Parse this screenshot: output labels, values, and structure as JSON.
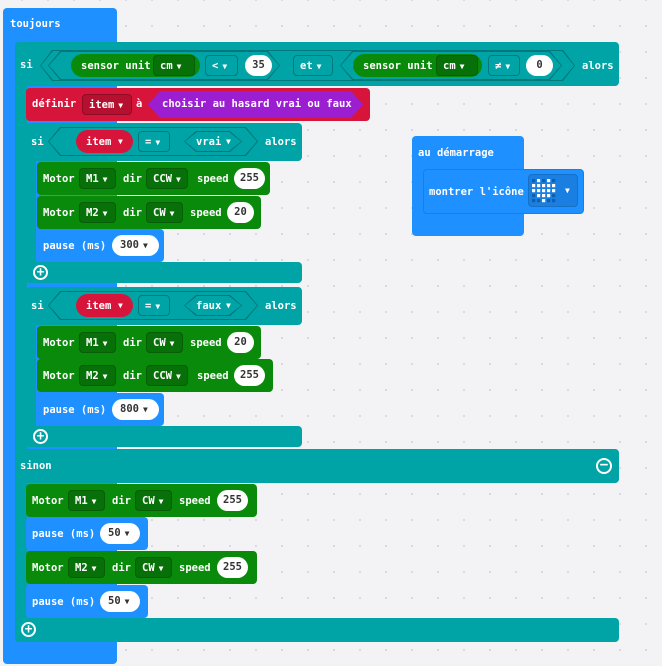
{
  "forever": {
    "label": "toujours"
  },
  "outer_if": {
    "si": "si",
    "et": "et",
    "alors": "alors",
    "sinon": "sinon",
    "cond1": {
      "sensor": "sensor unit",
      "unit": "cm",
      "op": "<",
      "value": "35"
    },
    "cond2": {
      "sensor": "sensor unit",
      "unit": "cm",
      "op": "≠",
      "value": "0"
    }
  },
  "set_var": {
    "label": "définir",
    "var": "item",
    "to": "à",
    "value": "choisir au hasard vrai ou faux"
  },
  "if_true": {
    "si": "si",
    "var": "item",
    "op": "=",
    "value": "vrai",
    "alors": "alors"
  },
  "if_false": {
    "si": "si",
    "var": "item",
    "op": "=",
    "value": "faux",
    "alors": "alors"
  },
  "motor_label": "Motor",
  "dir_label": "dir",
  "speed_label": "speed",
  "pause_label": "pause (ms)",
  "motors": [
    {
      "motor": "M1",
      "dir": "CCW",
      "speed": "255"
    },
    {
      "motor": "M2",
      "dir": "CW",
      "speed": "20"
    },
    {
      "motor": "M1",
      "dir": "CW",
      "speed": "20"
    },
    {
      "motor": "M2",
      "dir": "CCW",
      "speed": "255"
    },
    {
      "motor": "M1",
      "dir": "CW",
      "speed": "255"
    },
    {
      "motor": "M2",
      "dir": "CW",
      "speed": "255"
    }
  ],
  "pauses": [
    "300",
    "800",
    "50",
    "50"
  ],
  "on_start": {
    "label": "au démarrage",
    "show_icon": "montrer l'icône",
    "icon": "heart-icon"
  },
  "colors": {
    "loops": "#1e90ff",
    "logic": "#00a4a6",
    "motors": "#0a8a0a",
    "variables": "#d7153a",
    "random": "#9b1ed1"
  }
}
